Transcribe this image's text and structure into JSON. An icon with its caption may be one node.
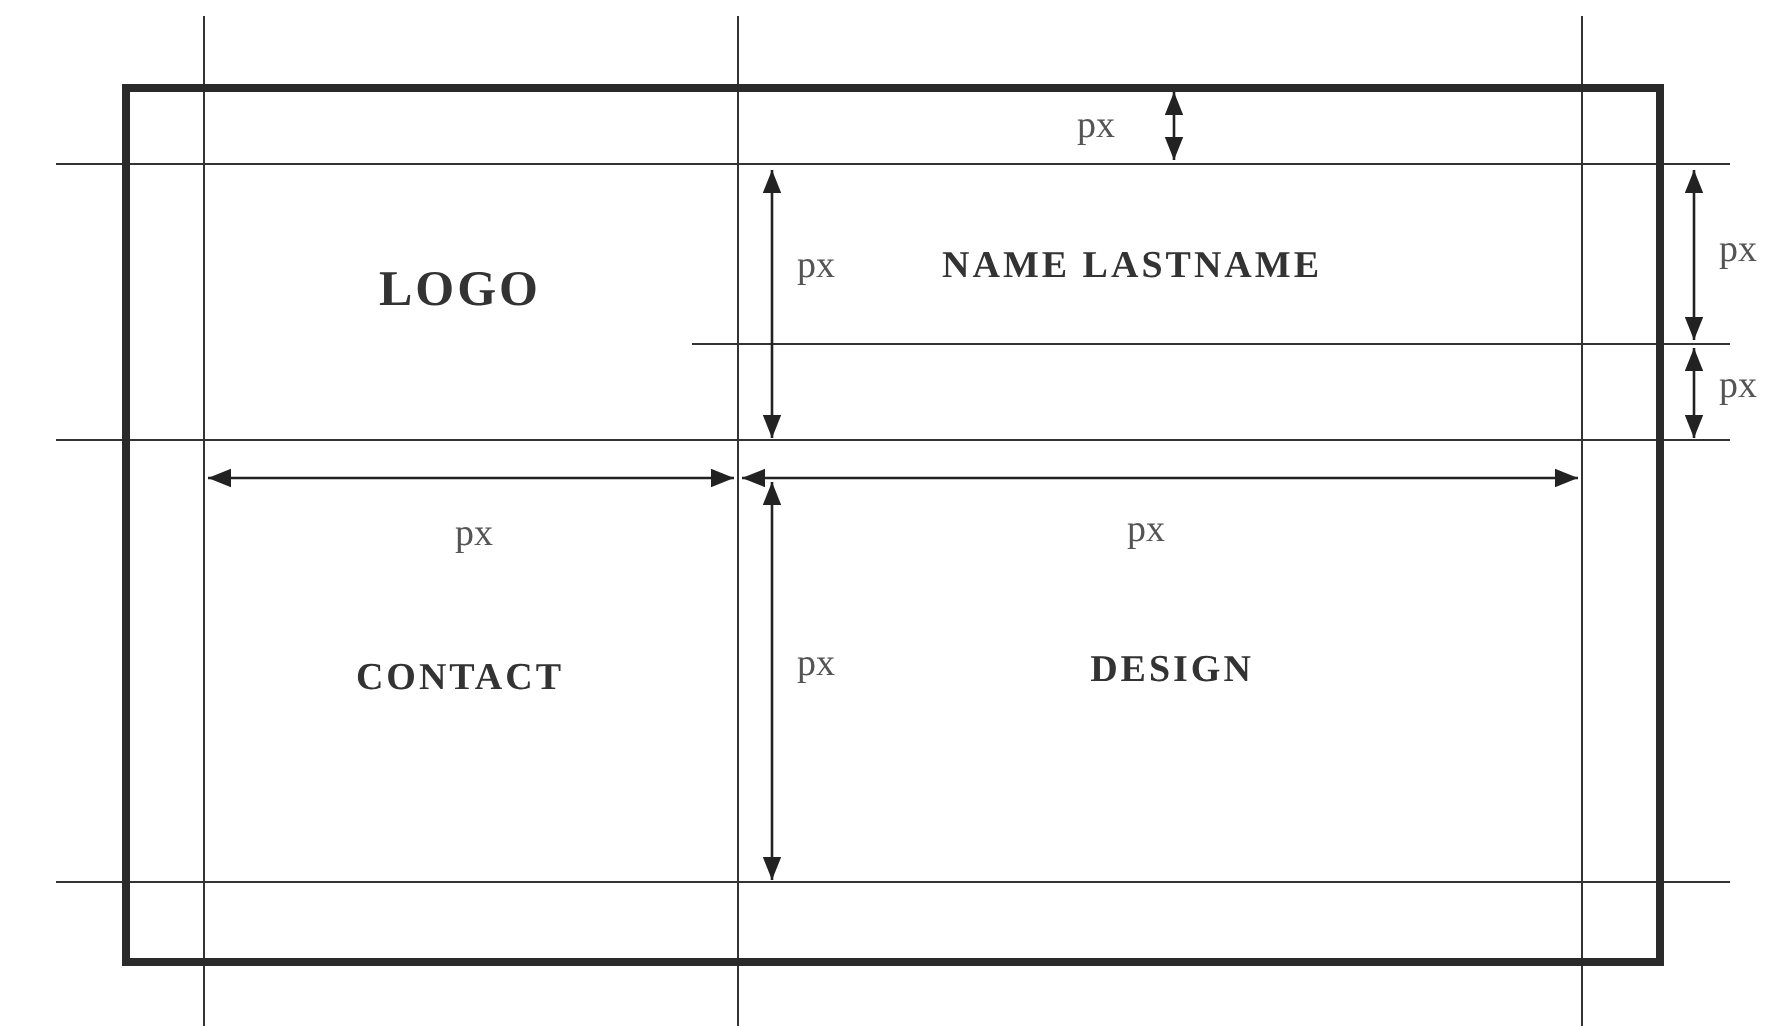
{
  "diagram": {
    "labels": [
      "px",
      "px",
      "LOGO",
      "px",
      "NAME LASTNAME",
      "px",
      "px",
      "px",
      "CONTACT",
      "px",
      "DESIGN"
    ]
  }
}
